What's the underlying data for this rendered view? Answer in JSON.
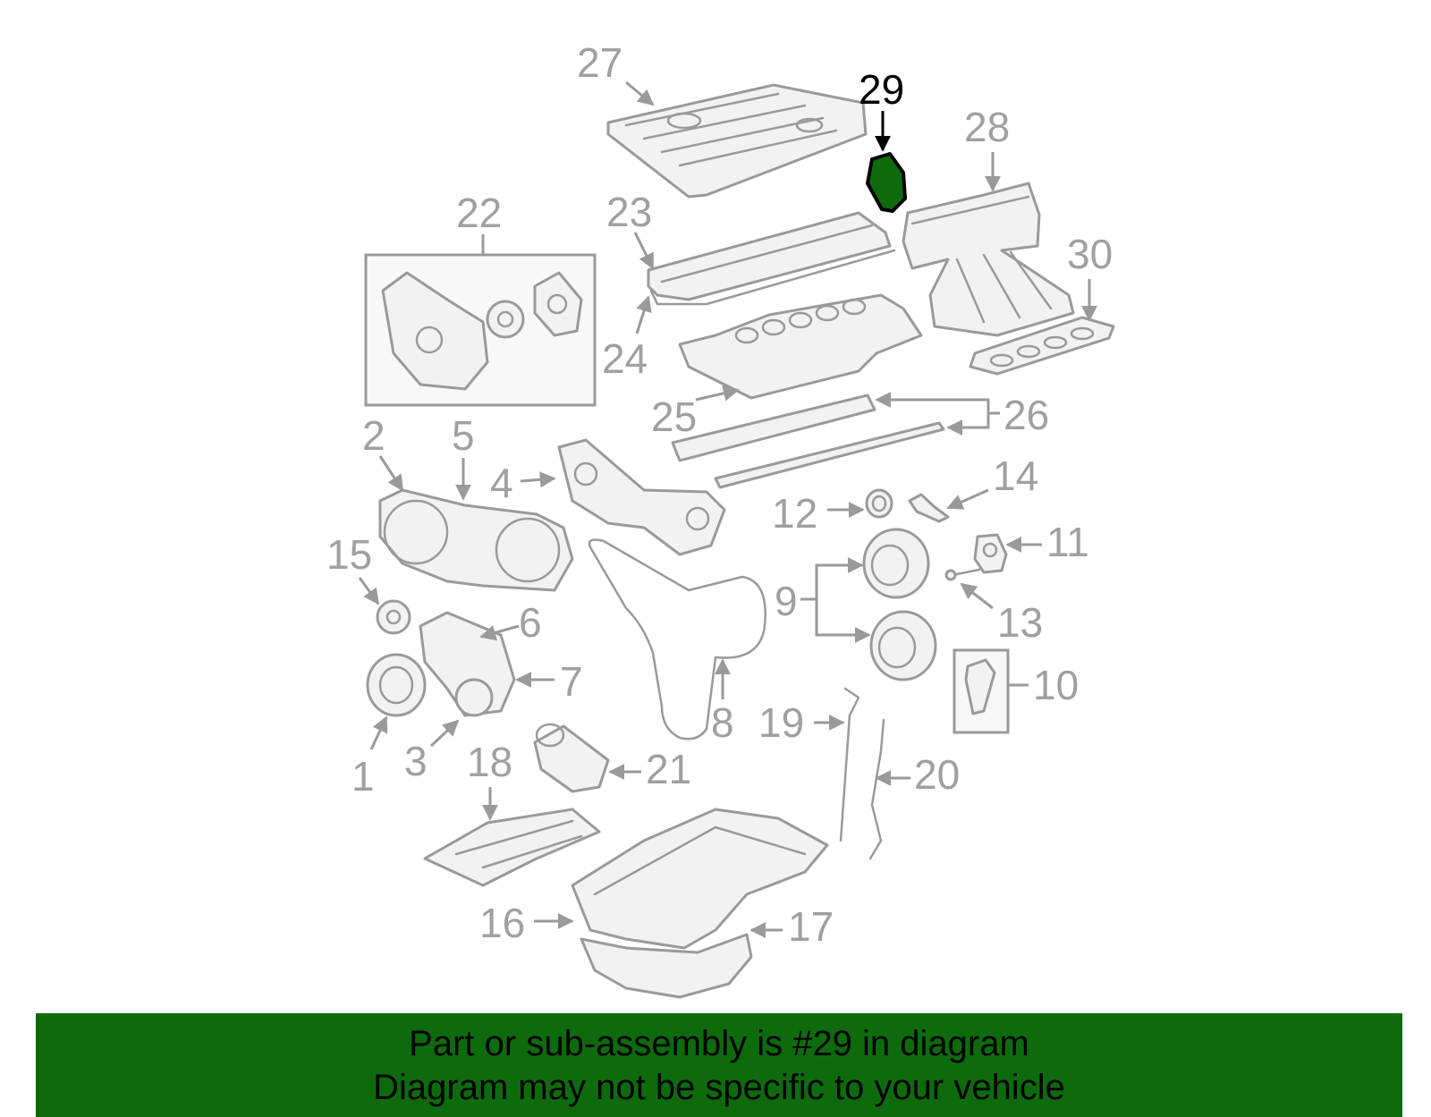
{
  "labels": {
    "l1": "1",
    "l2": "2",
    "l3": "3",
    "l4": "4",
    "l5": "5",
    "l6": "6",
    "l7": "7",
    "l8": "8",
    "l9": "9",
    "l10": "10",
    "l11": "11",
    "l12": "12",
    "l13": "13",
    "l14": "14",
    "l15": "15",
    "l16": "16",
    "l17": "17",
    "l18": "18",
    "l19": "19",
    "l20": "20",
    "l21": "21",
    "l22": "22",
    "l23": "23",
    "l24": "24",
    "l25": "25",
    "l26": "26",
    "l27": "27",
    "l28": "28",
    "l29": "29",
    "l30": "30"
  },
  "highlight": {
    "part": "29",
    "color": "#0d6b0d",
    "label_color": "#000000"
  },
  "colors": {
    "part_stroke": "#9a9a9a",
    "label_gray": "#a0a0a0",
    "banner_bg": "#0d6b0d"
  },
  "banner": {
    "line1": "Part or sub-assembly is #29 in diagram",
    "line2": "Diagram may not be specific to your vehicle"
  }
}
